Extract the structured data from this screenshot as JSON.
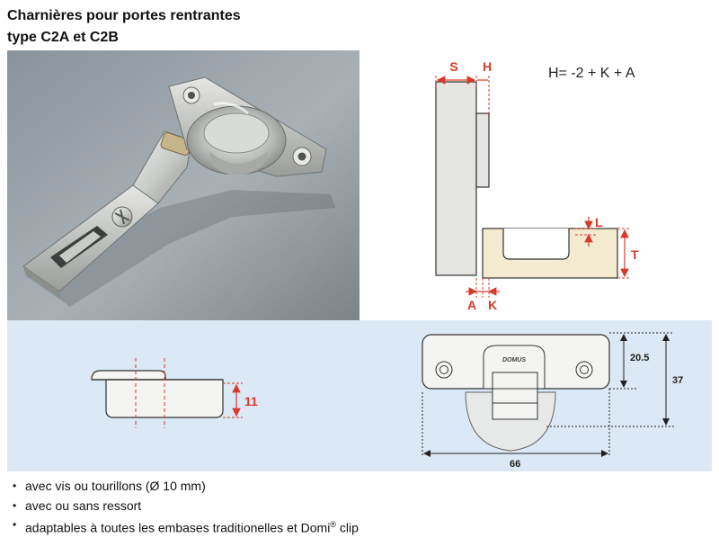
{
  "heading": {
    "line1": "Charnières pour portes rentrantes",
    "line2": "type C2A et C2B"
  },
  "diagram_top": {
    "formula": "H= -2 + K + A",
    "label_s": "S",
    "label_h": "H",
    "label_l": "L",
    "label_t": "T",
    "label_a": "A",
    "label_k": "K"
  },
  "diagram_side": {
    "dimension": "11"
  },
  "diagram_plate": {
    "brand": "DOMUS",
    "dim_height_small": "20.5",
    "dim_height_total": "37",
    "dim_width": "66"
  },
  "features": [
    {
      "text": "avec vis ou tourillons (Ø 10 mm)"
    },
    {
      "text": "avec ou sans ressort"
    },
    {
      "text": "adaptables à toutes les embases traditionelles et Domi",
      "sup": "®",
      "suffix": " clip"
    }
  ],
  "colors": {
    "accent_red": "#d83a2a",
    "panel_blue": "#dbe8f5",
    "wood_beige": "#f4ead0"
  }
}
